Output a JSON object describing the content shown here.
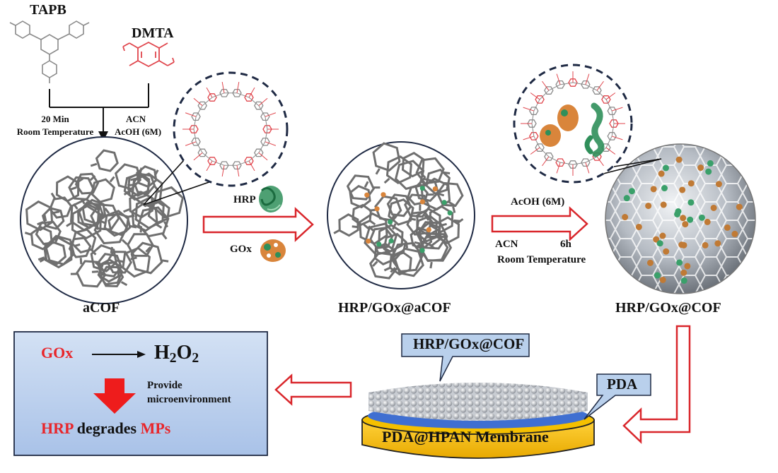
{
  "reagents": {
    "tapb": "TAPB",
    "dmta": "DMTA"
  },
  "step1": {
    "time": "20 Min",
    "temperature": "Room Temperature",
    "solvent": "ACN",
    "acid": "AcOH (6M)"
  },
  "materials": {
    "acof": "aCOF",
    "hrp_gox_acof": "HRP/GOx@aCOF",
    "hrp_gox_cof": "HRP/GOx@COF"
  },
  "enzymes": {
    "hrp": "HRP",
    "gox": "GOx"
  },
  "step3": {
    "acid": "AcOH (6M)",
    "solvent": "ACN",
    "time": "6h",
    "temperature": "Room Temperature"
  },
  "membrane": {
    "coating_callout": "HRP/GOx@COF",
    "pda_callout": "PDA",
    "base_label": "PDA@HPAN Membrane"
  },
  "mechanism": {
    "gox": "GOx",
    "h2o2_main": "H",
    "h2o2_sub1": "2",
    "h2o2_mid": "O",
    "h2o2_sub2": "2",
    "provide_line1": "Provide",
    "provide_line2": "microenvironment",
    "hrp": "HRP",
    "degrades": "degrades",
    "mps": "MPs"
  },
  "colors": {
    "red_text": "#e8262b",
    "arrow_outline": "#d9262b",
    "dashed_circle": "#1f2a44",
    "membrane_base": "#f5b800",
    "pda_layer": "#3f6fd1",
    "callout_fill": "#b9d0ec",
    "mechanism_box": "#bcd0ee"
  }
}
